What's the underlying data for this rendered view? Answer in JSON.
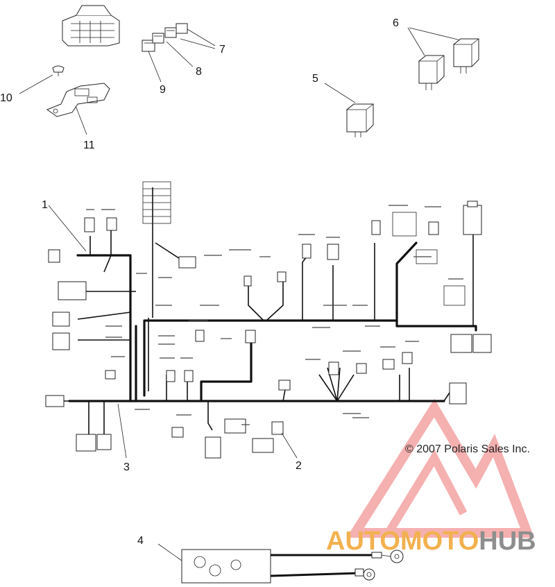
{
  "callouts": {
    "c1": "1",
    "c2": "2",
    "c3": "3",
    "c4": "4",
    "c5": "5",
    "c6": "6",
    "c7": "7",
    "c8": "8",
    "c9": "9",
    "c10": "10",
    "c11": "11"
  },
  "copyright": "© 2007 Polaris Sales Inc.",
  "watermark": {
    "part1": "AUTOMOTO",
    "part2": "HUB",
    "color_primary": "#f2b14f",
    "color_secondary": "#8e8e8e",
    "triangle_color": "#f4a3a3"
  },
  "colors": {
    "line": "#111111",
    "background": "#ffffff"
  }
}
